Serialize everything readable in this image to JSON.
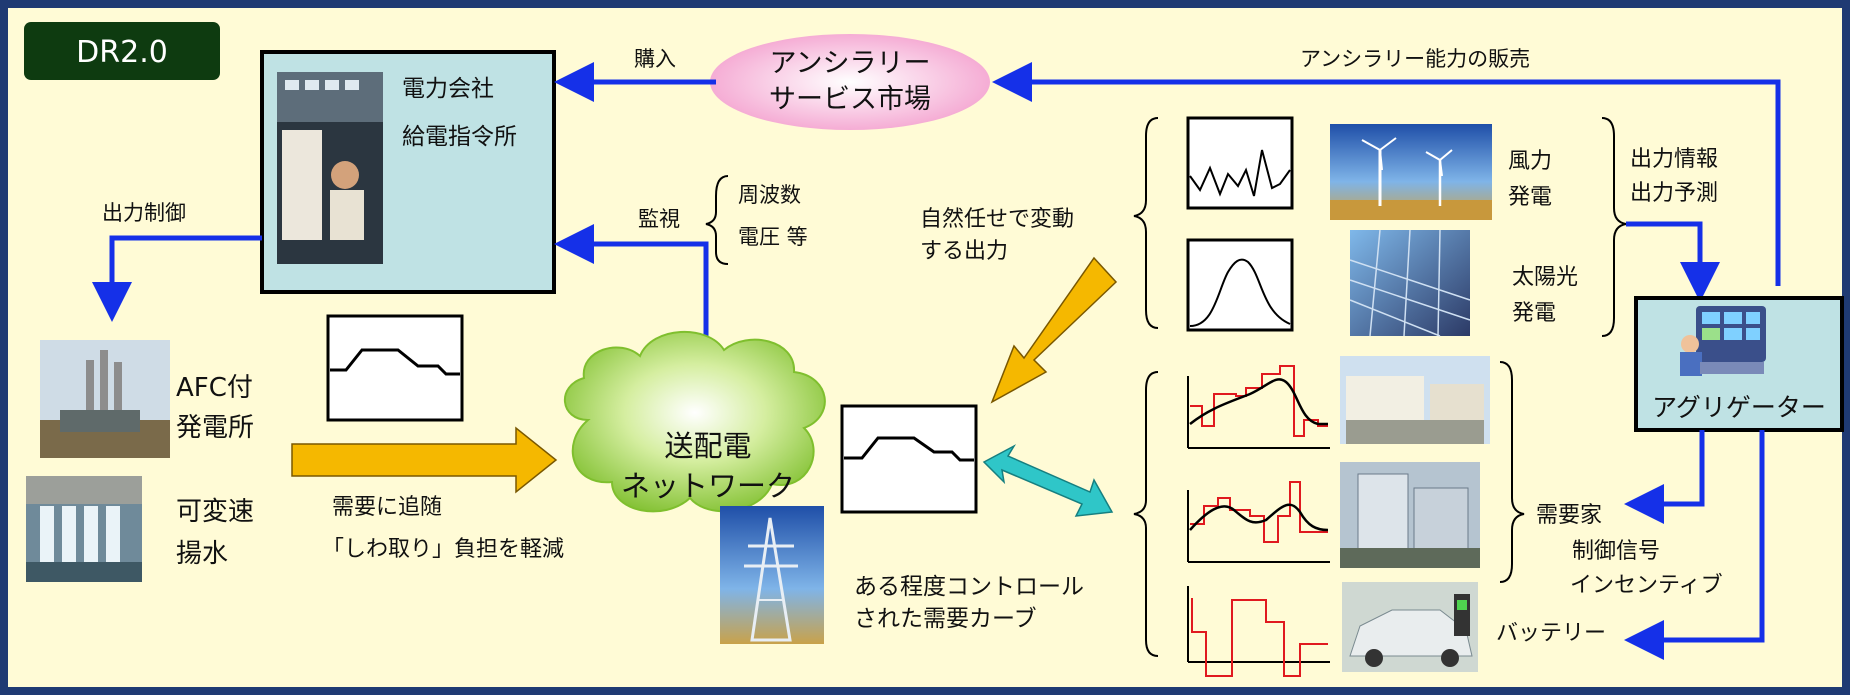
{
  "badge": "DR2.0",
  "utility": {
    "line1": "電力会社",
    "line2": "給電指令所"
  },
  "market": {
    "line1": "アンシラリー",
    "line2": "サービス市場"
  },
  "purchase_label": "購入",
  "ancillary_sale_label": "アンシラリー能力の販売",
  "monitoring": {
    "label": "監視",
    "item1": "周波数",
    "item2": "電圧 等"
  },
  "output_control_label": "出力制御",
  "afc_plant": {
    "line1": "AFC付",
    "line2": "発電所"
  },
  "pumped_hydro": {
    "line1": "可変速",
    "line2": "揚水"
  },
  "demand_follow": {
    "line1": "需要に追随",
    "line2": "「しわ取り」負担を軽減"
  },
  "grid": {
    "line1": "送配電",
    "line2": "ネットワーク"
  },
  "natural_output": {
    "line1": "自然任せで変動",
    "line2": "する出力"
  },
  "wind": {
    "line1": "風力",
    "line2": "発電"
  },
  "solar": {
    "line1": "太陽光",
    "line2": "発電"
  },
  "forecast": {
    "line1": "出力情報",
    "line2": "出力予測"
  },
  "aggregator_label": "アグリゲーター",
  "consumer_label": "需要家",
  "control_signal": {
    "line1": "制御信号",
    "line2": "インセンティブ"
  },
  "battery_label": "バッテリー",
  "controlled_demand": {
    "line1": "ある程度コントロール",
    "line2": "された需要カーブ"
  },
  "colors": {
    "background": "#fffbd6",
    "border": "#1f3a73",
    "badge_bg": "#0e3b10",
    "box_fill": "#bfe2e4",
    "arrow_blue": "#1530e8",
    "arrow_orange": "#f5b800",
    "arrow_cyan": "#2fc6c8",
    "cloud_green": "#8cc63f",
    "market_pink": "#f6a6cf",
    "step_red": "#e0191f"
  },
  "icons": {
    "control_room": "control-room-photo",
    "power_plant": "smokestack-icon",
    "dam": "dam-icon",
    "tower": "transmission-tower-icon",
    "wind": "wind-turbine-icon",
    "solar": "solar-panel-icon",
    "cooling": "cooling-tower-icon",
    "building": "office-building-icon",
    "ev": "electric-vehicle-icon",
    "aggregator": "operator-console-icon"
  }
}
